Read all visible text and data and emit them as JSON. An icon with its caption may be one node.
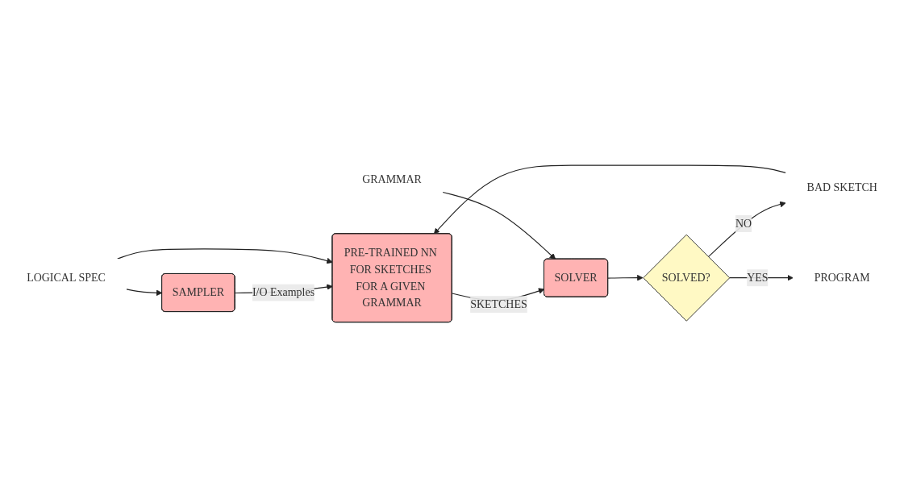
{
  "diagram": {
    "nodes": [
      {
        "text": [
          "LOGICAL SPEC"
        ]
      },
      {
        "text": [
          "SAMPLER"
        ]
      },
      {
        "text": [
          "PRE-TRAINED NN FOR SKETCHES FOR A GIVEN GRAMMAR"
        ]
      },
      {
        "text": [
          "GRAMMAR"
        ]
      },
      {
        "text": [
          "SOLVER"
        ]
      },
      {
        "text": [
          "SOLVED?"
        ]
      },
      {
        "text": [
          "BAD SKETCH"
        ]
      },
      {
        "text": [
          "PROGRAM"
        ]
      }
    ],
    "edges": [
      {
        "from": 0,
        "to": 1,
        "arrow": "to"
      },
      {
        "from": 1,
        "to": 2,
        "arrow": "to",
        "label": "I/O Examples"
      },
      {
        "from": 0,
        "to": 2,
        "arrow": "to"
      },
      {
        "from": 2,
        "to": 4,
        "arrow": "to",
        "label": "SKETCHES"
      },
      {
        "from": 3,
        "to": 4,
        "arrow": "to"
      },
      {
        "from": 4,
        "to": 5,
        "arrow": "to"
      },
      {
        "from": 5,
        "to": 6,
        "arrow": "to",
        "label": "NO"
      },
      {
        "from": 6,
        "to": 2,
        "arrow": "to"
      },
      {
        "from": 5,
        "to": 7,
        "arrow": "to",
        "label": "YES"
      }
    ]
  }
}
